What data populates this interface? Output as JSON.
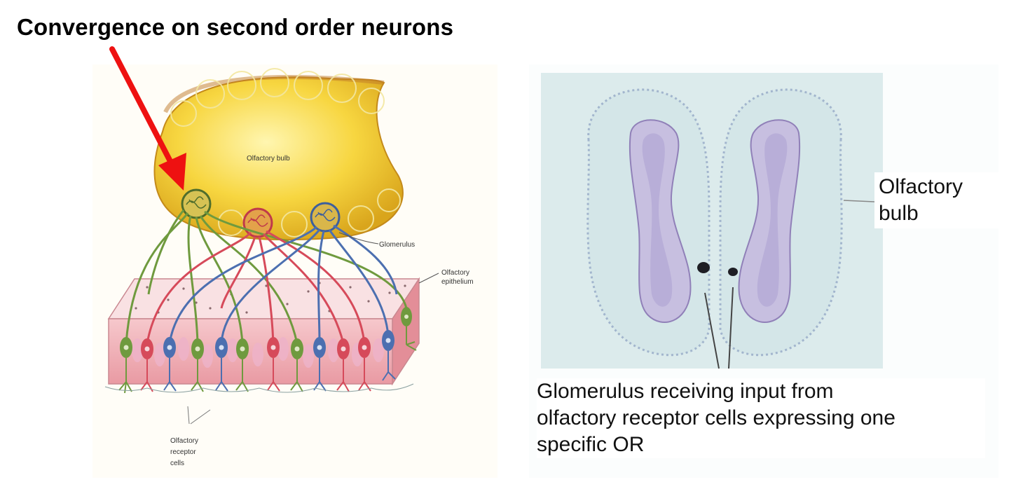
{
  "title": "Convergence on second order neurons",
  "diagram_labels": {
    "bulb": "Olfactory bulb",
    "glomerulus": "Glomerulus",
    "epithelium_line1": "Olfactory",
    "epithelium_line2": "epithelium",
    "receptor_line1": "Olfactory",
    "receptor_line2": "receptor",
    "receptor_line3": "cells"
  },
  "micrograph_labels": {
    "bulb_line1": "Olfactory",
    "bulb_line2": "bulb",
    "caption_lines": [
      "Glomerulus receiving input from",
      "olfactory receptor cells expressing one",
      "specific OR"
    ]
  },
  "colors": {
    "arrow": "#ee1111",
    "bulb_fill": "#f7d640",
    "green_neuron": "#6f9a3e",
    "red_neuron": "#d64a5a",
    "blue_neuron": "#4c6fb0",
    "tissue": "#f2b7bd",
    "micrograph_bg": "#dcebec"
  }
}
